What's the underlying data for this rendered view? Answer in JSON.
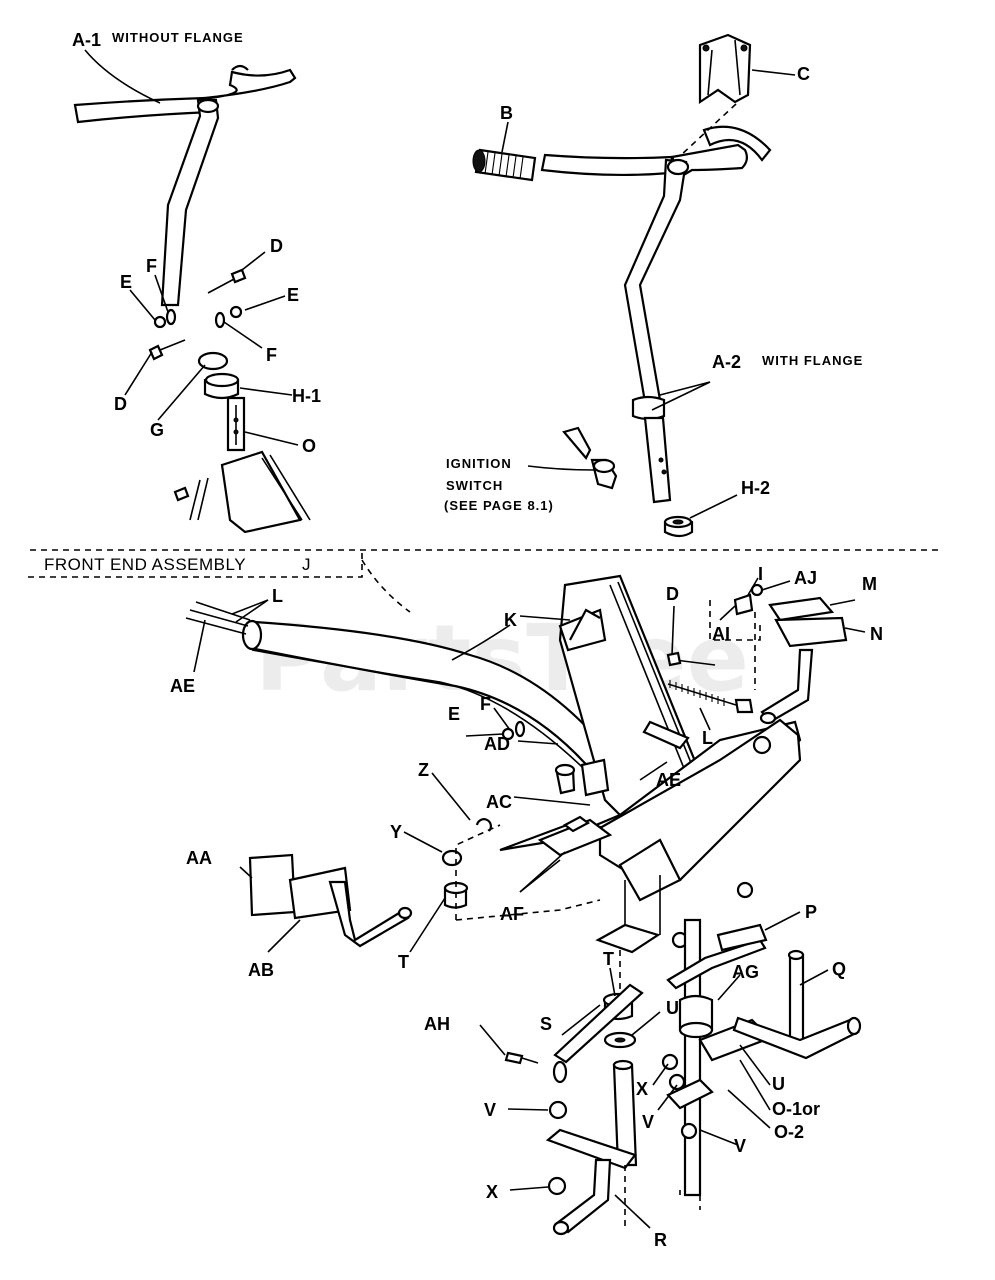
{
  "watermark": "PartsTree",
  "labels": {
    "a1": "A-1",
    "a1_note": "WITHOUT FLANGE",
    "a2": "A-2",
    "a2_note": "WITH FLANGE",
    "b": "B",
    "c": "C",
    "d_top": "D",
    "d_left": "D",
    "e_left": "E",
    "e_right": "E",
    "f_top": "F",
    "f_right": "F",
    "g": "G",
    "h1": "H-1",
    "h2": "H-2",
    "o": "O",
    "ignition_1": "IGNITION",
    "ignition_2": "SWITCH",
    "ignition_3": "(SEE PAGE 8.1)",
    "front_end": "FRONT END ASSEMBLY",
    "j": "J",
    "l_top": "L",
    "l_mid": "L",
    "k": "K",
    "ae_left": "AE",
    "ae_mid": "AE",
    "d_mid": "D",
    "i": "I",
    "aj": "AJ",
    "ai": "AI",
    "m": "M",
    "n": "N",
    "e_mid": "E",
    "f_mid": "F",
    "ad": "AD",
    "z": "Z",
    "ac": "AC",
    "y": "Y",
    "aa": "AA",
    "ab": "AB",
    "af": "AF",
    "t_left": "T",
    "t_mid": "T",
    "p": "P",
    "q": "Q",
    "ag": "AG",
    "s": "S",
    "u_mid": "U",
    "u_right": "U",
    "ah": "AH",
    "x_mid": "X",
    "x_bottom": "X",
    "v_left": "V",
    "v_mid": "V",
    "v_right": "V",
    "o1o2_1": "O-1or",
    "o1o2_2": "O-2",
    "r": "R"
  }
}
